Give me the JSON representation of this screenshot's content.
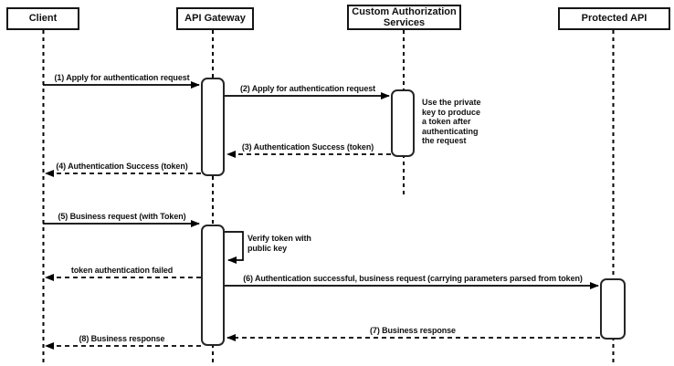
{
  "actors": [
    {
      "label": "Client"
    },
    {
      "label": "API Gateway"
    },
    {
      "label": "Custom Authorization Services"
    },
    {
      "label": "Protected API"
    }
  ],
  "messages": [
    {
      "label": "(1) Apply for authentication request",
      "from": "Client",
      "to": "API Gateway",
      "line": "solid",
      "kind": "request"
    },
    {
      "label": "(2) Apply for authentication request",
      "from": "API Gateway",
      "to": "Custom Authorization Services",
      "line": "solid",
      "kind": "request"
    },
    {
      "label": "(3) Authentication Success (token)",
      "from": "Custom Authorization Services",
      "to": "API Gateway",
      "line": "dashed",
      "kind": "return"
    },
    {
      "label": "(4) Authentication Success (token)",
      "from": "API Gateway",
      "to": "Client",
      "line": "dashed",
      "kind": "return"
    },
    {
      "label": "(5) Business request (with Token)",
      "from": "Client",
      "to": "API Gateway",
      "line": "solid",
      "kind": "request"
    },
    {
      "label": "Verify token with public key",
      "from": "API Gateway",
      "to": "API Gateway",
      "line": "solid",
      "kind": "self"
    },
    {
      "label": "token authentication failed",
      "from": "API Gateway",
      "to": "Client",
      "line": "dashed",
      "kind": "return"
    },
    {
      "label": "(6) Authentication successful, business request (carrying parameters parsed from token)",
      "from": "API Gateway",
      "to": "Protected API",
      "line": "solid",
      "kind": "request"
    },
    {
      "label": "(7) Business response",
      "from": "Protected API",
      "to": "API Gateway",
      "line": "dashed",
      "kind": "return"
    },
    {
      "label": "(8) Business response",
      "from": "API Gateway",
      "to": "Client",
      "line": "dashed",
      "kind": "return"
    }
  ],
  "note": {
    "text": "Use the private key to produce a token after authenticating the request"
  },
  "colors": {
    "line": "#000000",
    "background": "#ffffff",
    "box_fill": "#ffffff",
    "text": "#111111"
  }
}
